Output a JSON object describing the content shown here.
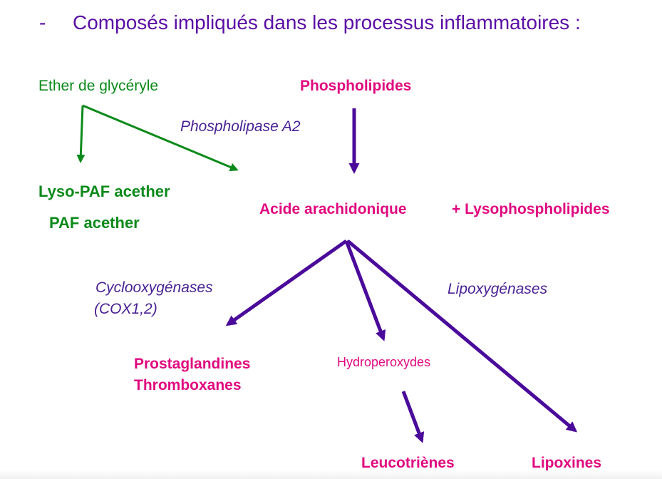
{
  "title": {
    "bullet": "-",
    "text": "Composés impliqués dans les processus inflammatoires :"
  },
  "colors": {
    "title": "#5b0ea5",
    "compound": "#e0097f",
    "paf": "#0b8a1a",
    "enzyme": "#4a2195",
    "arrow_main": "#4a0a9a",
    "arrow_paf": "#0b8a1a"
  },
  "nodes": {
    "ether": "Ether de glycéryle",
    "phospholipides": "Phospholipides",
    "lyso_paf": "Lyso-PAF acether",
    "paf": "PAF acether",
    "acide_arachidonique": "Acide arachidonique",
    "lysophospholipides": "+ Lysophospholipides",
    "prostaglandines": "Prostaglandines",
    "thromboxanes": "Thromboxanes",
    "hydroperoxydes": "Hydroperoxydes",
    "leucotrienes": "Leucotriènes",
    "lipoxines": "Lipoxines"
  },
  "enzymes": {
    "phospholipase": "Phospholipase A2",
    "cyclooxygenases": "Cyclooxygénases",
    "cox": "(COX1,2)",
    "lipoxygenases": "Lipoxygénases"
  },
  "edges": [
    {
      "from": "ether",
      "to": "lyso_paf"
    },
    {
      "from": "ether",
      "to": "acide_arachidonique"
    },
    {
      "from": "phospholipides",
      "to": "acide_arachidonique",
      "label": "phospholipase"
    },
    {
      "from": "acide_arachidonique",
      "to": "prostaglandines",
      "label": "cyclooxygenases"
    },
    {
      "from": "acide_arachidonique",
      "to": "hydroperoxydes"
    },
    {
      "from": "acide_arachidonique",
      "to": "lipoxines",
      "label": "lipoxygenases"
    },
    {
      "from": "hydroperoxydes",
      "to": "leucotrienes"
    }
  ]
}
